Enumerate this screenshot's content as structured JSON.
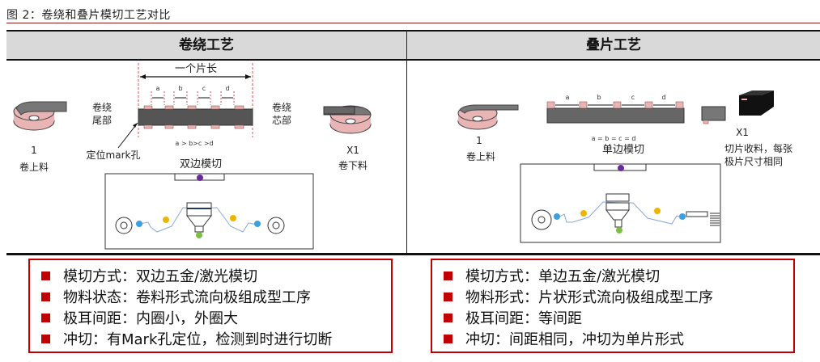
{
  "figure": {
    "title": "图 2：卷绕和叠片模切工艺对比"
  },
  "left": {
    "header": "卷绕工艺",
    "labels": {
      "piece_length": "一个片长",
      "gap_a": "a",
      "gap_b": "b",
      "gap_c": "c",
      "gap_d": "d",
      "relation": "a > b>c >d",
      "tail_line1": "卷绕",
      "tail_line2": "尾部",
      "core_line1": "卷绕",
      "core_line2": "芯部",
      "mark_hole": "定位mark孔",
      "unwind_num": "1",
      "unwind_label": "卷上料",
      "rewind_num": "X1",
      "rewind_label": "卷下料",
      "machine_label": "双边模切"
    },
    "notes": [
      "模切方式：双边五金/激光模切",
      "物料状态：卷料形式流向极组成型工序",
      "极耳间距：内圈小，外圈大",
      "冲切：有Mark孔定位，检测到时进行切断"
    ]
  },
  "right": {
    "header": "叠片工艺",
    "labels": {
      "gap_a": "a",
      "gap_b": "b",
      "gap_c": "c",
      "gap_d": "d",
      "relation": "a = b = c = d",
      "unwind_num": "1",
      "unwind_label": "卷上料",
      "output_num": "X1",
      "output_line1": "切片收料，每张",
      "output_line2": "极片尺寸相同",
      "machine_label": "单边模切"
    },
    "notes": [
      "模切方式：单边五金/激光模切",
      "物料形式：片状形式流向极组成型工序",
      "极耳间距：等间距",
      "冲切：间距相同，冲切为单片形式"
    ]
  },
  "colors": {
    "accent_red": "#c00000",
    "tab_pink": "#e8b4b4",
    "foil_gray": "#555555",
    "roller_blue": "#3aa0e0",
    "roller_yellow": "#f0b400",
    "cutter_purple": "#6a2a9a",
    "sensor_green": "#7ac142"
  }
}
